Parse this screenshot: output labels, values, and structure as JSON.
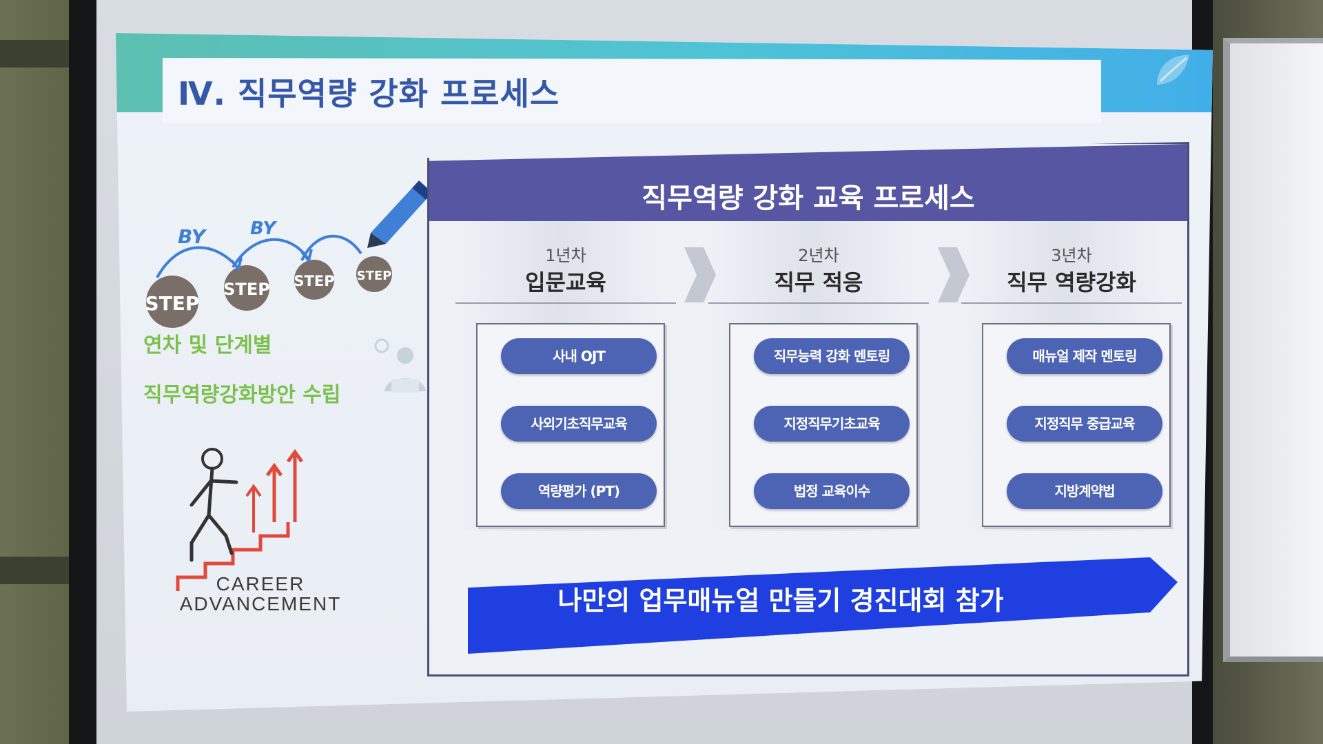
{
  "slide": {
    "title": "Ⅳ. 직무역량 강화 프로세스"
  },
  "left": {
    "step_word": "STEP",
    "by_word": "BY",
    "subtitle_line1": "연차 및 단계별",
    "subtitle_line2": "직무역량강화방안 수립",
    "career_line1": "CAREER",
    "career_line2": "ADVANCEMENT"
  },
  "process": {
    "title": "직무역량 강화 교육 프로세스",
    "columns": [
      {
        "year": "1년차",
        "name": "입문교육",
        "items": [
          "사내 OJT",
          "사외기초직무교육",
          "역량평가 (PT)"
        ]
      },
      {
        "year": "2년차",
        "name": "직무 적응",
        "items": [
          "직무능력 강화 멘토링",
          "지정직무기초교육",
          "법정 교육이수"
        ]
      },
      {
        "year": "3년차",
        "name": "직무 역량강화",
        "items": [
          "매뉴얼 제작 멘토링",
          "지정직무 중급교육",
          "지방계약법"
        ]
      }
    ],
    "banner": "나만의 업무매뉴얼 만들기 경진대회 참가"
  },
  "colors": {
    "title_blue": "#3557a8",
    "header_purple": "#5656a3",
    "pill_blue": "#4d63b4",
    "banner_blue": "#1f3fe0",
    "green_text": "#7cc04c",
    "teal_band": "#4ec3d6"
  }
}
